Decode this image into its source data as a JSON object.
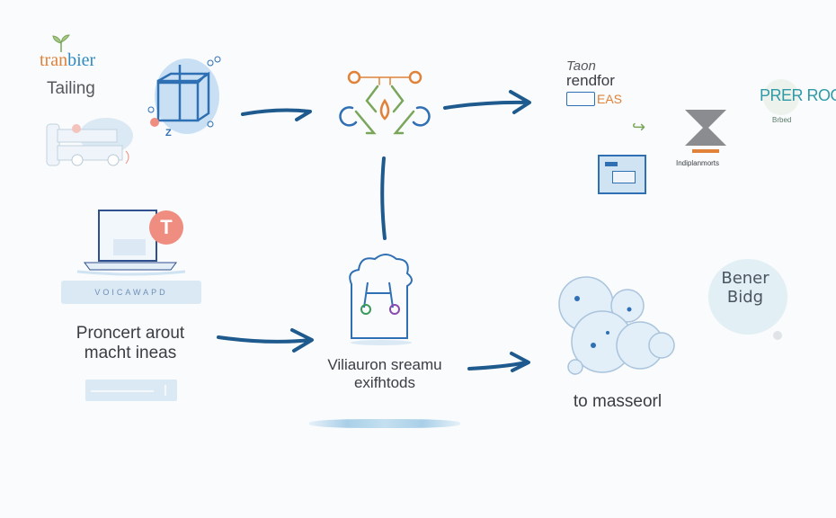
{
  "diagram": {
    "colors": {
      "arrow": "#1f5a8f",
      "accent_blue": "#2f6fb3",
      "light_blue": "#cfe3f3",
      "orange": "#e0823a",
      "green": "#7aa65a",
      "teal": "#2f9aa6",
      "salmon": "#ef8d80",
      "text": "#3a3d42"
    },
    "nodes": {
      "brand": {
        "logo_text_a": "tr",
        "logo_text_b": "an",
        "logo_text_c": "bier",
        "subtitle": "Tailing"
      },
      "cube": {
        "caption": "Z"
      },
      "network": {},
      "render": {
        "line1": "Taon",
        "line2": "rendfor",
        "line3": "EAS"
      },
      "hourglass": {
        "caption": "Indiplanmorts"
      },
      "prer": {
        "title": "PRER ROO",
        "caption": "Brbed"
      },
      "laptop": {
        "badge": "T",
        "banner": "VOICAWAPD",
        "line1": "Proncert arout",
        "line2": "macht ineas"
      },
      "cloud_house": {
        "line1": "Viliauron sreamu",
        "line2": "exifhtods"
      },
      "bubbles": {
        "caption": "to masseorl"
      },
      "bener": {
        "line1": "Bener",
        "line2": "Bidg"
      }
    },
    "edges": [
      {
        "from": "cube",
        "to": "network"
      },
      {
        "from": "network",
        "to": "render"
      },
      {
        "from": "cloud_house",
        "to": "network"
      },
      {
        "from": "laptop",
        "to": "cloud_house"
      },
      {
        "from": "cloud_house",
        "to": "bubbles"
      }
    ]
  }
}
